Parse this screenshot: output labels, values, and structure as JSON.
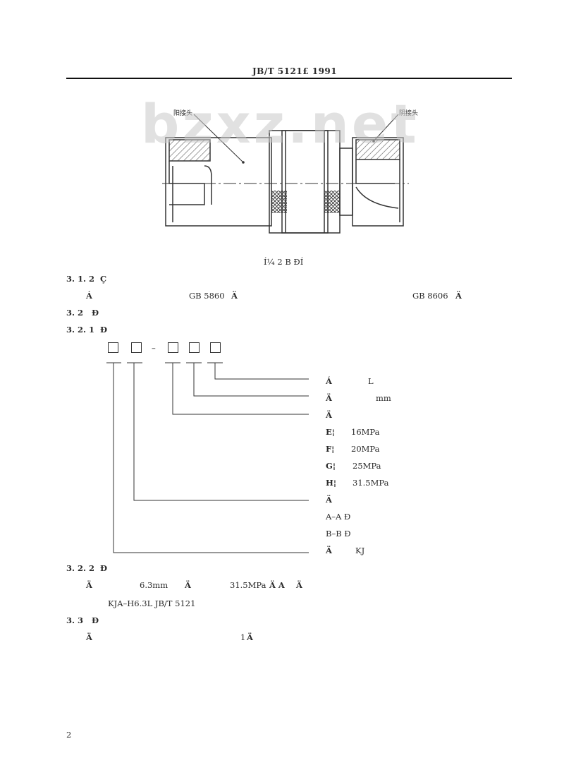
{
  "header": {
    "title": "JB/T  5121£ 1991"
  },
  "watermark": "bzxz.net",
  "figure": {
    "callout_left": "阳接头",
    "callout_right": "阴接头",
    "caption": "Í¼ 2   B ÐÍ"
  },
  "section_312": {
    "number": "3. 1. 2",
    "glyph": "Ç",
    "line_glyph": "Á",
    "std1": "GB  5860",
    "std1_glyph": "Ä",
    "std2": "GB  8606",
    "std2_glyph": "Ä"
  },
  "section_32": {
    "number": "3. 2",
    "glyph": "Ð"
  },
  "section_321": {
    "number": "3. 2. 1",
    "glyph": "Ð"
  },
  "model_code": {
    "dash": "–"
  },
  "legend": [
    {
      "glyph": "Á",
      "text": "L"
    },
    {
      "glyph": "Ä",
      "text": "mm"
    },
    {
      "glyph": "Ä",
      "text": ""
    },
    {
      "glyph": "E¦",
      "text": "16MPa"
    },
    {
      "glyph": "F¦",
      "text": "20MPa"
    },
    {
      "glyph": "G¦",
      "text": "25MPa"
    },
    {
      "glyph": "H¦",
      "text": "31.5MPa"
    },
    {
      "glyph": "Ä",
      "text": ""
    },
    {
      "glyph": "",
      "text": "A–A Ð"
    },
    {
      "glyph": "",
      "text": "B–B Ð"
    },
    {
      "glyph": "Ä",
      "text": "KJ"
    }
  ],
  "section_322": {
    "number": "3. 2. 2",
    "glyph": "Ð",
    "line1_glyph": "Ä",
    "line1_a": "6.3mm",
    "line1_a_glyph": "Ä",
    "line1_b": "31.5MPa",
    "line1_b_glyph": "Ä A",
    "line1_c_glyph": "Ä",
    "example": "KJA–H6.3L   JB/T  5121"
  },
  "section_33": {
    "number": "3. 3",
    "glyph": "Ð",
    "line_glyph": "Ä",
    "line_a": "1",
    "line_a_glyph": "Ä"
  },
  "footer": {
    "page_number": "2"
  },
  "colors": {
    "text": "#2a2a2a",
    "rule": "#111111",
    "hatch": "#555555",
    "watermark": "#c8c8c8"
  }
}
